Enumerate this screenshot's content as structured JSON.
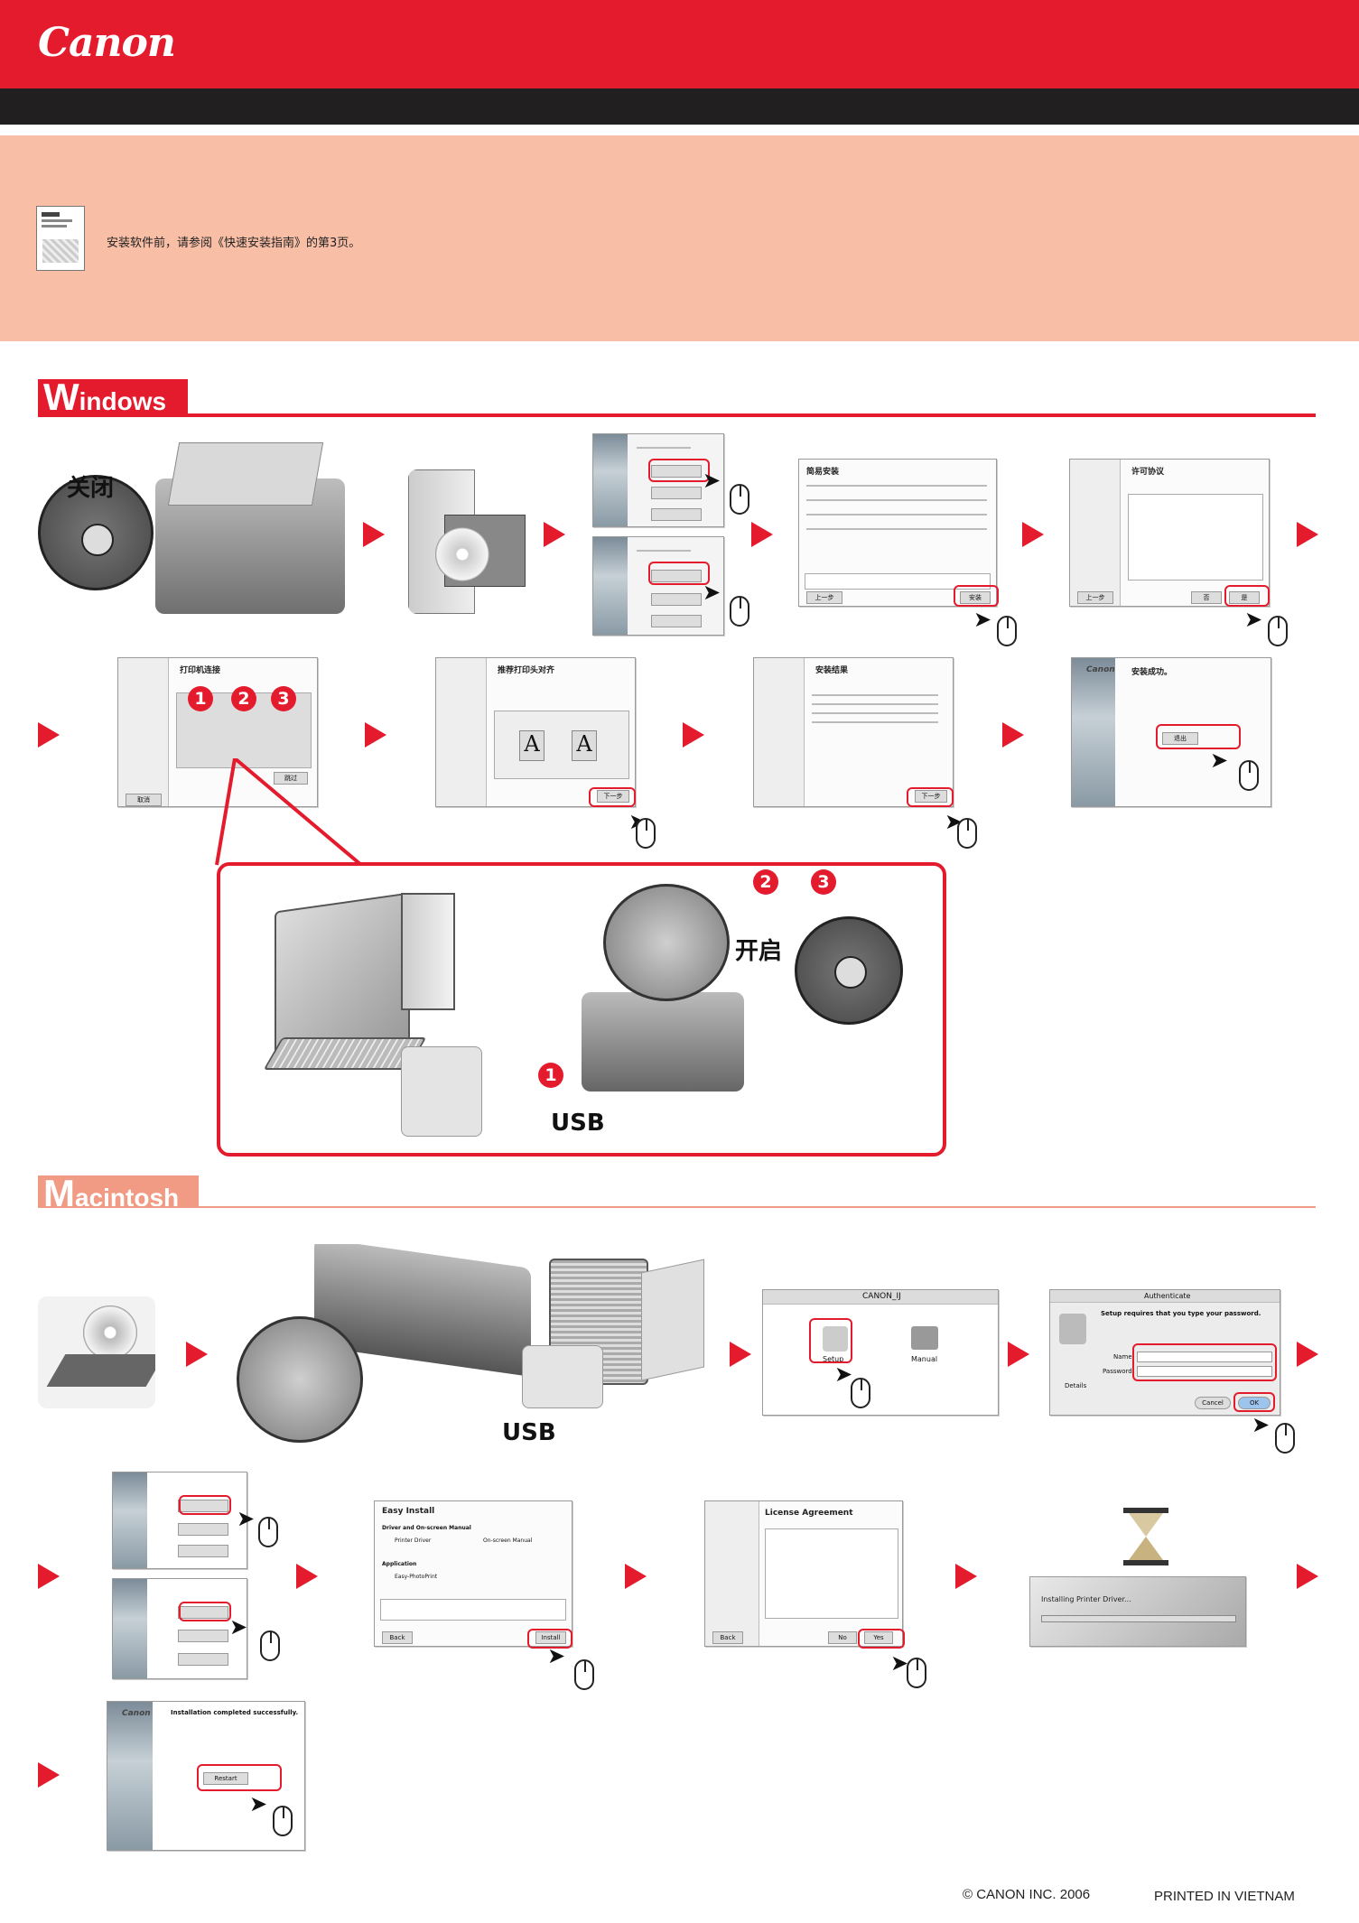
{
  "header": {
    "brand": "Canon"
  },
  "note": {
    "text": "安装软件前，请参阅《快速安装指南》的第3页。"
  },
  "windows": {
    "label_initial": "W",
    "label_rest": "indows",
    "step1_text": "关闭",
    "callout_power_text": "开启",
    "callout_usb_text": "USB",
    "callout_numbers": [
      "1",
      "2",
      "3"
    ],
    "shot_easy_install": {
      "title": "简易安装",
      "btn_back": "上一步",
      "btn_install": "安装"
    },
    "shot_license": {
      "title": "许可协议",
      "btn_back": "上一步",
      "btn_no": "否",
      "btn_yes": "是"
    },
    "shot_connection": {
      "title": "打印机连接",
      "btn_cancel": "取消",
      "btn_skip": "跳过"
    },
    "shot_align": {
      "title": "推荐打印头对齐",
      "btn_next": "下一步"
    },
    "shot_result": {
      "title": "安装结果",
      "btn_next": "下一步"
    },
    "shot_success": {
      "brand": "Canon",
      "title": "安装成功。",
      "btn_exit": "退出"
    }
  },
  "mac": {
    "label_initial": "M",
    "label_rest": "acintosh",
    "usb_text": "USB",
    "finder": {
      "title": "CANON_IJ",
      "item_setup": "Setup",
      "item_manual": "Manual"
    },
    "auth": {
      "title": "Authenticate",
      "message": "Setup requires that you type your password.",
      "name_label": "Name",
      "password_label": "Password",
      "details": "Details",
      "btn_cancel": "Cancel",
      "btn_ok": "OK"
    },
    "easy_install": {
      "title": "Easy Install",
      "section1": "Driver and On-screen Manual",
      "item_driver": "Printer Driver",
      "item_manual": "On-screen Manual",
      "section2": "Application",
      "item_app": "Easy-PhotoPrint",
      "btn_back": "Back",
      "btn_install": "Install"
    },
    "license": {
      "title": "License Agreement",
      "btn_back": "Back",
      "btn_no": "No",
      "btn_yes": "Yes"
    },
    "installing": {
      "text": "Installing Printer Driver..."
    },
    "complete": {
      "brand": "Canon",
      "title": "Installation completed successfully.",
      "btn_restart": "Restart"
    }
  },
  "footer": {
    "copyright": "© CANON INC. 2006",
    "printed": "PRINTED IN VIETNAM"
  }
}
